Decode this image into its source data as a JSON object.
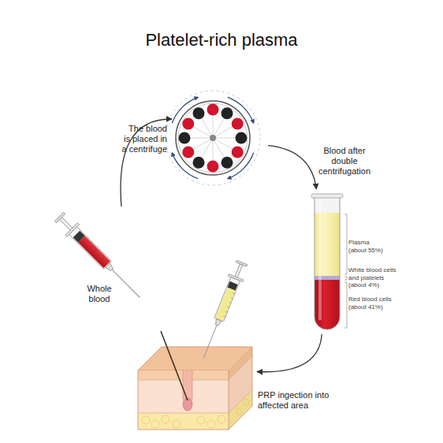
{
  "diagram": {
    "title": "Platelet-rich plasma",
    "nodes": [
      {
        "text": [
          "Whole blood"
        ]
      },
      {
        "text": [
          "The blood is placed in a centrifuge"
        ]
      },
      {
        "text": [
          "Blood after double centrifugation",
          "Plasma (about 55%)",
          "White blood cells and platelets (about 4%)",
          "Red blood cells (about 41%)"
        ]
      },
      {
        "text": [
          "PRP ingection into affected area"
        ]
      }
    ],
    "edges": [
      {
        "from": 0,
        "to": 1,
        "arrow": "to"
      },
      {
        "from": 1,
        "to": 2,
        "arrow": "to"
      },
      {
        "from": 2,
        "to": 3,
        "arrow": "to"
      }
    ]
  }
}
